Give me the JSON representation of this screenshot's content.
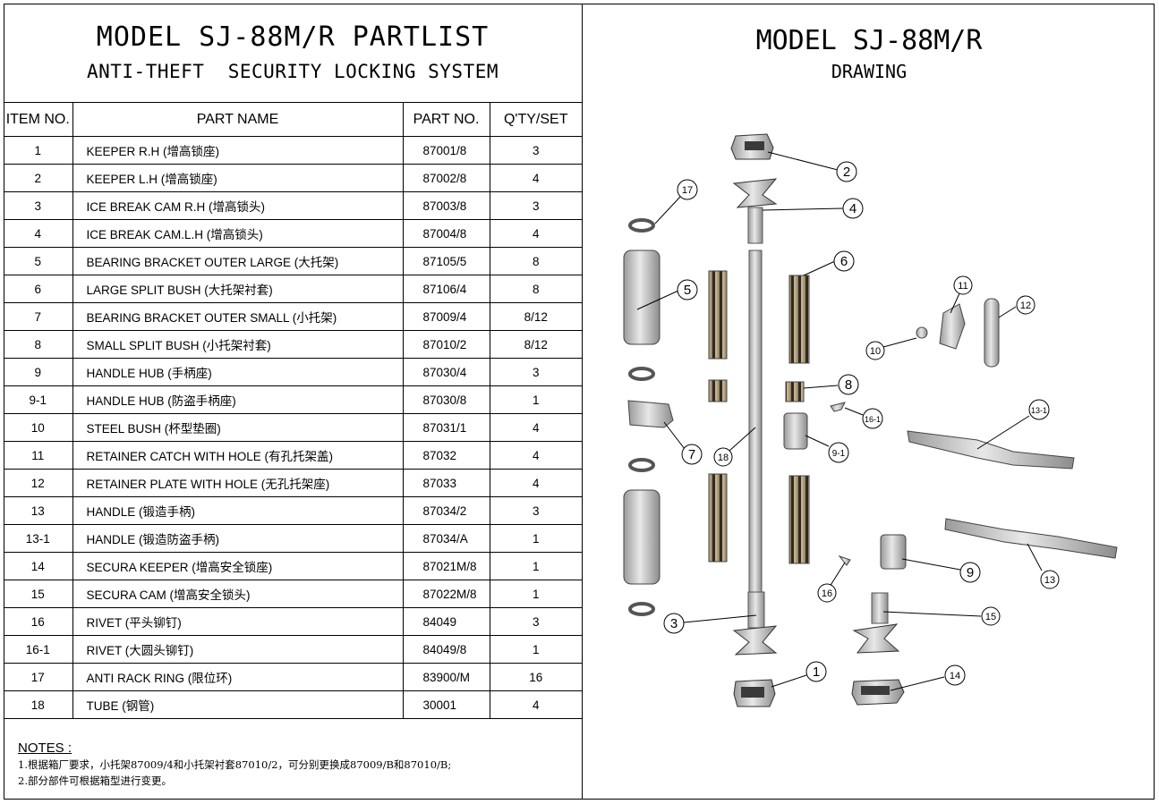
{
  "partlist": {
    "title": "MODEL SJ-88M/R PARTLIST",
    "subtitle": "ANTI-THEFT  SECURITY LOCKING SYSTEM",
    "headers": {
      "item": "ITEM NO.",
      "name": "PART NAME",
      "part_no": "PART NO.",
      "qty": "Q'TY/SET"
    },
    "rows": [
      {
        "item": "1",
        "name": "KEEPER R.H (增高锁座)",
        "part_no": "87001/8",
        "qty": "3"
      },
      {
        "item": "2",
        "name": "KEEPER L.H (增高锁座)",
        "part_no": "87002/8",
        "qty": "4"
      },
      {
        "item": "3",
        "name": "ICE BREAK CAM R.H (增高锁头)",
        "part_no": "87003/8",
        "qty": "3"
      },
      {
        "item": "4",
        "name": "ICE BREAK CAM.L.H (增高锁头)",
        "part_no": "87004/8",
        "qty": "4"
      },
      {
        "item": "5",
        "name": "BEARING BRACKET OUTER LARGE (大托架)",
        "part_no": "87105/5",
        "qty": "8"
      },
      {
        "item": "6",
        "name": "LARGE SPLIT BUSH (大托架衬套)",
        "part_no": "87106/4",
        "qty": "8"
      },
      {
        "item": "7",
        "name": "BEARING BRACKET OUTER SMALL (小托架)",
        "part_no": "87009/4",
        "qty": "8/12"
      },
      {
        "item": "8",
        "name": "SMALL SPLIT BUSH (小托架衬套)",
        "part_no": "87010/2",
        "qty": "8/12"
      },
      {
        "item": "9",
        "name": "HANDLE HUB (手柄座)",
        "part_no": "87030/4",
        "qty": "3"
      },
      {
        "item": "9-1",
        "name": "HANDLE HUB (防盗手柄座)",
        "part_no": "87030/8",
        "qty": "1"
      },
      {
        "item": "10",
        "name": "STEEL BUSH (杯型垫圈)",
        "part_no": "87031/1",
        "qty": "4"
      },
      {
        "item": "11",
        "name": "RETAINER CATCH WITH HOLE (有孔托架盖)",
        "part_no": "87032",
        "qty": "4"
      },
      {
        "item": "12",
        "name": "RETAINER PLATE WITH HOLE (无孔托架座)",
        "part_no": "87033",
        "qty": "4"
      },
      {
        "item": "13",
        "name": "HANDLE (锻造手柄)",
        "part_no": "87034/2",
        "qty": "3"
      },
      {
        "item": "13-1",
        "name": "HANDLE (锻造防盗手柄)",
        "part_no": "87034/A",
        "qty": "1"
      },
      {
        "item": "14",
        "name": "SECURA  KEEPER (增高安全锁座)",
        "part_no": "87021M/8",
        "qty": "1"
      },
      {
        "item": "15",
        "name": "SECURA  CAM (增高安全锁头)",
        "part_no": "87022M/8",
        "qty": "1"
      },
      {
        "item": "16",
        "name": "RIVET (平头铆钉)",
        "part_no": "84049",
        "qty": "3"
      },
      {
        "item": "16-1",
        "name": "RIVET  (大圆头铆钉)",
        "part_no": "84049/8",
        "qty": "1"
      },
      {
        "item": "17",
        "name": "ANTI RACK RING (限位环)",
        "part_no": "83900/M",
        "qty": "16"
      },
      {
        "item": "18",
        "name": "TUBE (钢管)",
        "part_no": "30001",
        "qty": "4"
      }
    ]
  },
  "notes": {
    "title": "NOTES :",
    "lines": [
      "1.根据箱厂要求，小托架87009/4和小托架衬套87010/2，可分别更换成87009/B和87010/B;",
      "2.部分部件可根据箱型进行变更。"
    ]
  },
  "drawing": {
    "title": "MODEL SJ-88M/R",
    "subtitle": "DRAWING",
    "callouts": [
      "2",
      "4",
      "17",
      "6",
      "5",
      "11",
      "12",
      "10",
      "8",
      "16-1",
      "13-1",
      "7",
      "18",
      "9-1",
      "9",
      "13",
      "16",
      "15",
      "3",
      "1",
      "14"
    ]
  },
  "colors": {
    "line": "#000000",
    "bush": "#b9a888",
    "metal": "#cfcfcf",
    "metal_dark": "#8a8a8a"
  }
}
